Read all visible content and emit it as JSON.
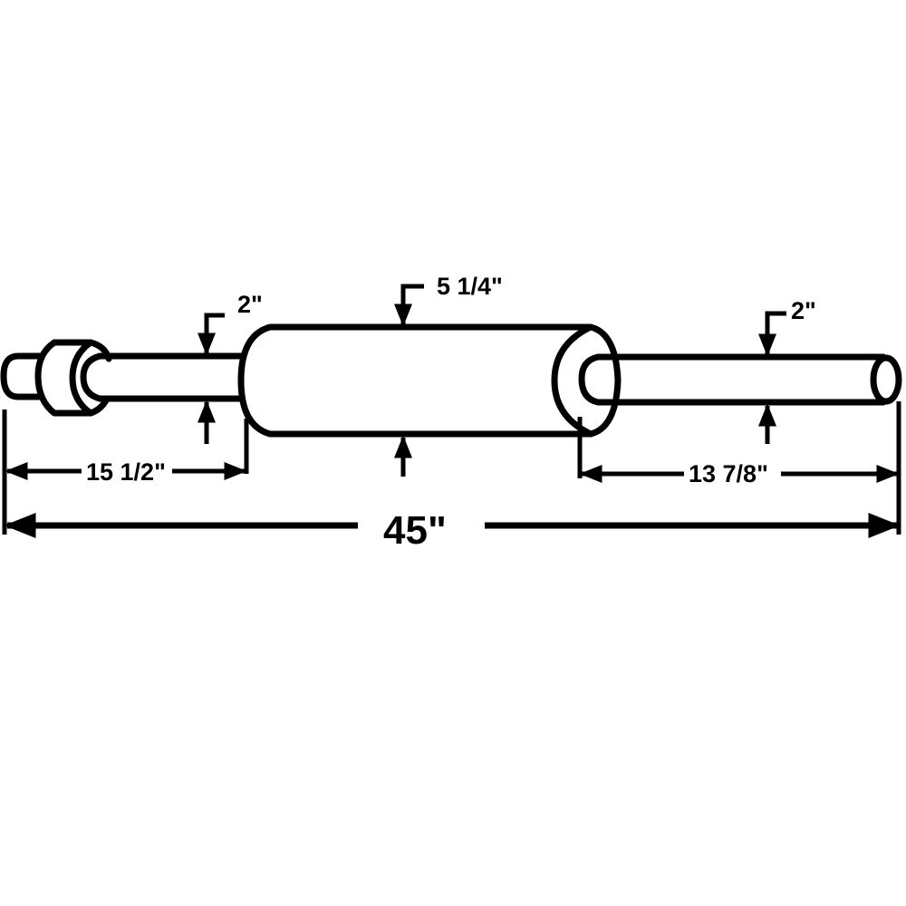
{
  "diagram": {
    "subject": "muffler",
    "line_color": "#000000",
    "background": "#ffffff",
    "dimensions": {
      "inlet_pipe_diameter": "2\"",
      "body_diameter": "5 1/4\"",
      "outlet_pipe_diameter": "2\"",
      "inlet_length": "15 1/2\"",
      "outlet_length": "13 7/8\"",
      "overall_length": "45\""
    },
    "parts": [
      "inlet-pipe-with-coupler",
      "muffler-body",
      "outlet-pipe"
    ]
  }
}
